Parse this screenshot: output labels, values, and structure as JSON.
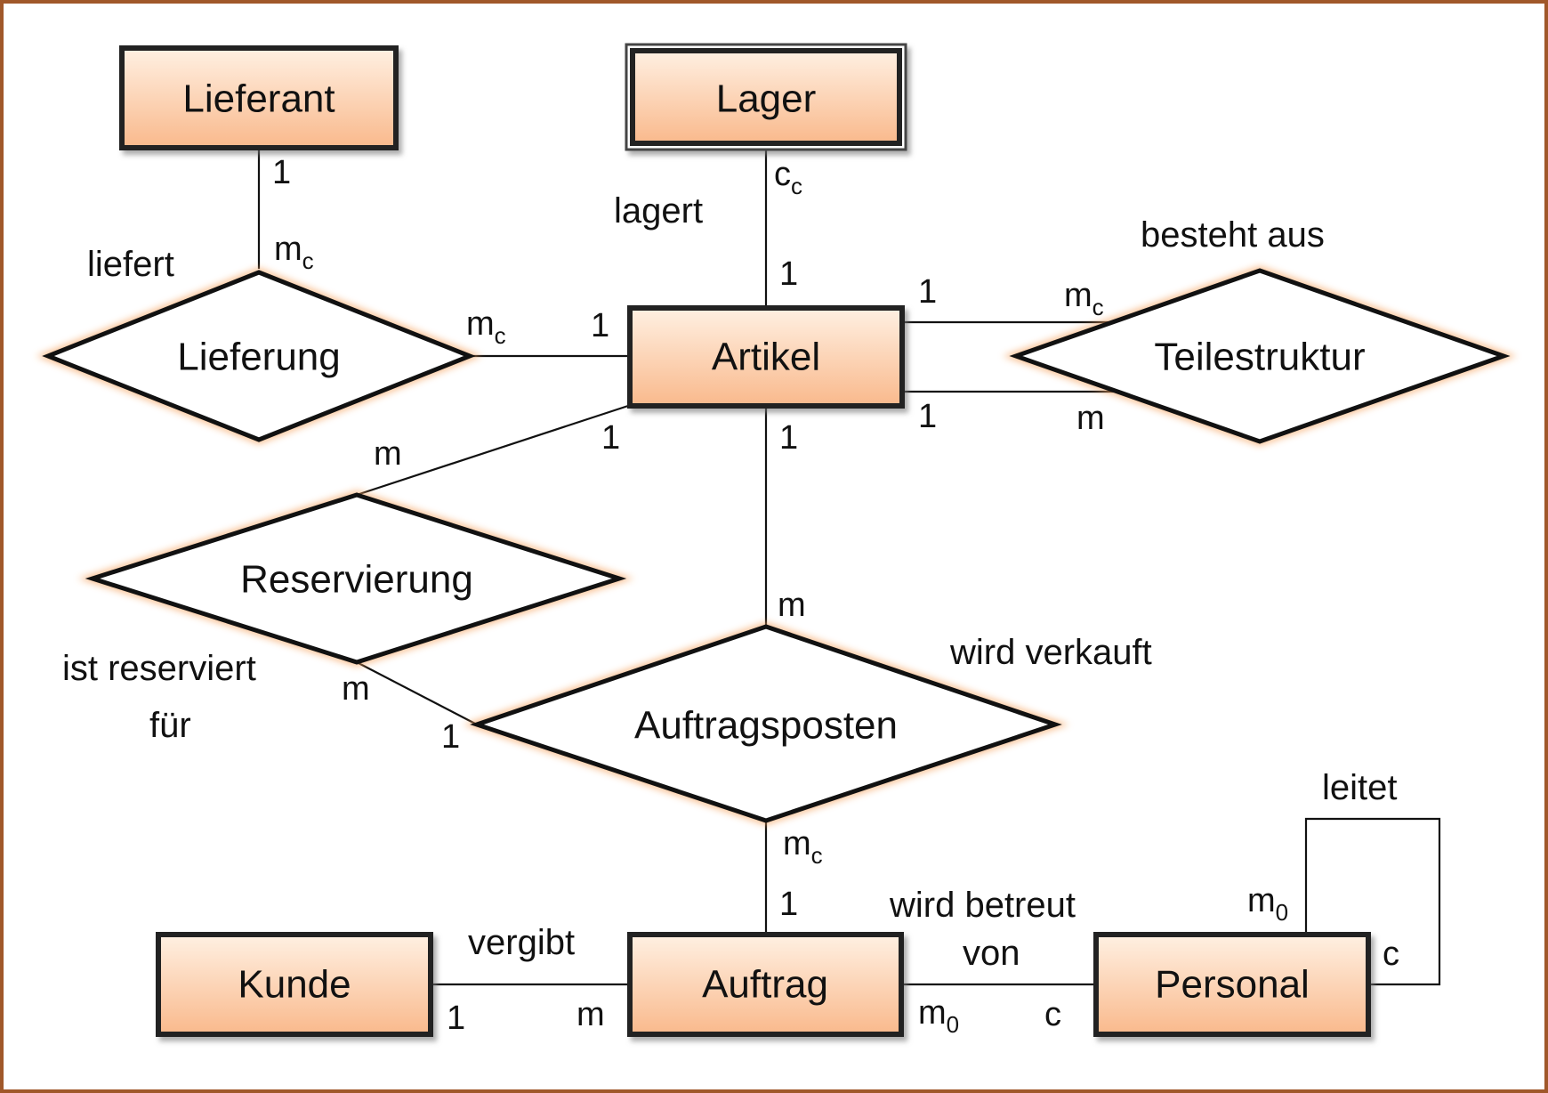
{
  "colors": {
    "frame": "#a0582a",
    "entity_fill_top": "#fff0e2",
    "entity_fill_bottom": "#f9b98c",
    "glow": "#f6a35e",
    "line": "#111111"
  },
  "entities": {
    "lieferant": "Lieferant",
    "lager": "Lager",
    "artikel": "Artikel",
    "kunde": "Kunde",
    "auftrag": "Auftrag",
    "personal": "Personal"
  },
  "relationships": {
    "lieferung": "Lieferung",
    "teilestruktur": "Teilestruktur",
    "reservierung": "Reservierung",
    "auftragsposten": "Auftragsposten"
  },
  "labels": {
    "liefert": "liefert",
    "lagert": "lagert",
    "besteht_aus": "besteht aus",
    "ist_reserviert": "ist reserviert",
    "fuer": "für",
    "wird_verkauft": "wird verkauft",
    "leitet": "leitet",
    "vergibt": "vergibt",
    "wird_betreut": "wird betreut",
    "von": "von"
  },
  "cardinalities": {
    "lieferant_lieferung_1": "1",
    "lieferant_lieferung_m": "m",
    "lieferant_lieferung_m_sub": "c",
    "lieferung_artikel_m": "m",
    "lieferung_artikel_m_sub": "c",
    "lieferung_artikel_1": "1",
    "lager_artikel_c": "c",
    "lager_artikel_c_sub": "c",
    "lager_artikel_1": "1",
    "teile_top_1": "1",
    "teile_top_m": "m",
    "teile_top_m_sub": "c",
    "teile_bottom_1": "1",
    "teile_bottom_m": "m",
    "res_artikel_m": "m",
    "res_artikel_1": "1",
    "artikel_posten_1": "1",
    "artikel_posten_m": "m",
    "res_posten_m": "m",
    "res_posten_1": "1",
    "posten_auftrag_m": "m",
    "posten_auftrag_m_sub": "c",
    "posten_auftrag_1": "1",
    "kunde_auftrag_1": "1",
    "kunde_auftrag_m": "m",
    "auftrag_personal_m": "m",
    "auftrag_personal_m_sub": "0",
    "auftrag_personal_c": "c",
    "leitet_m": "m",
    "leitet_m_sub": "0",
    "leitet_c": "c"
  }
}
